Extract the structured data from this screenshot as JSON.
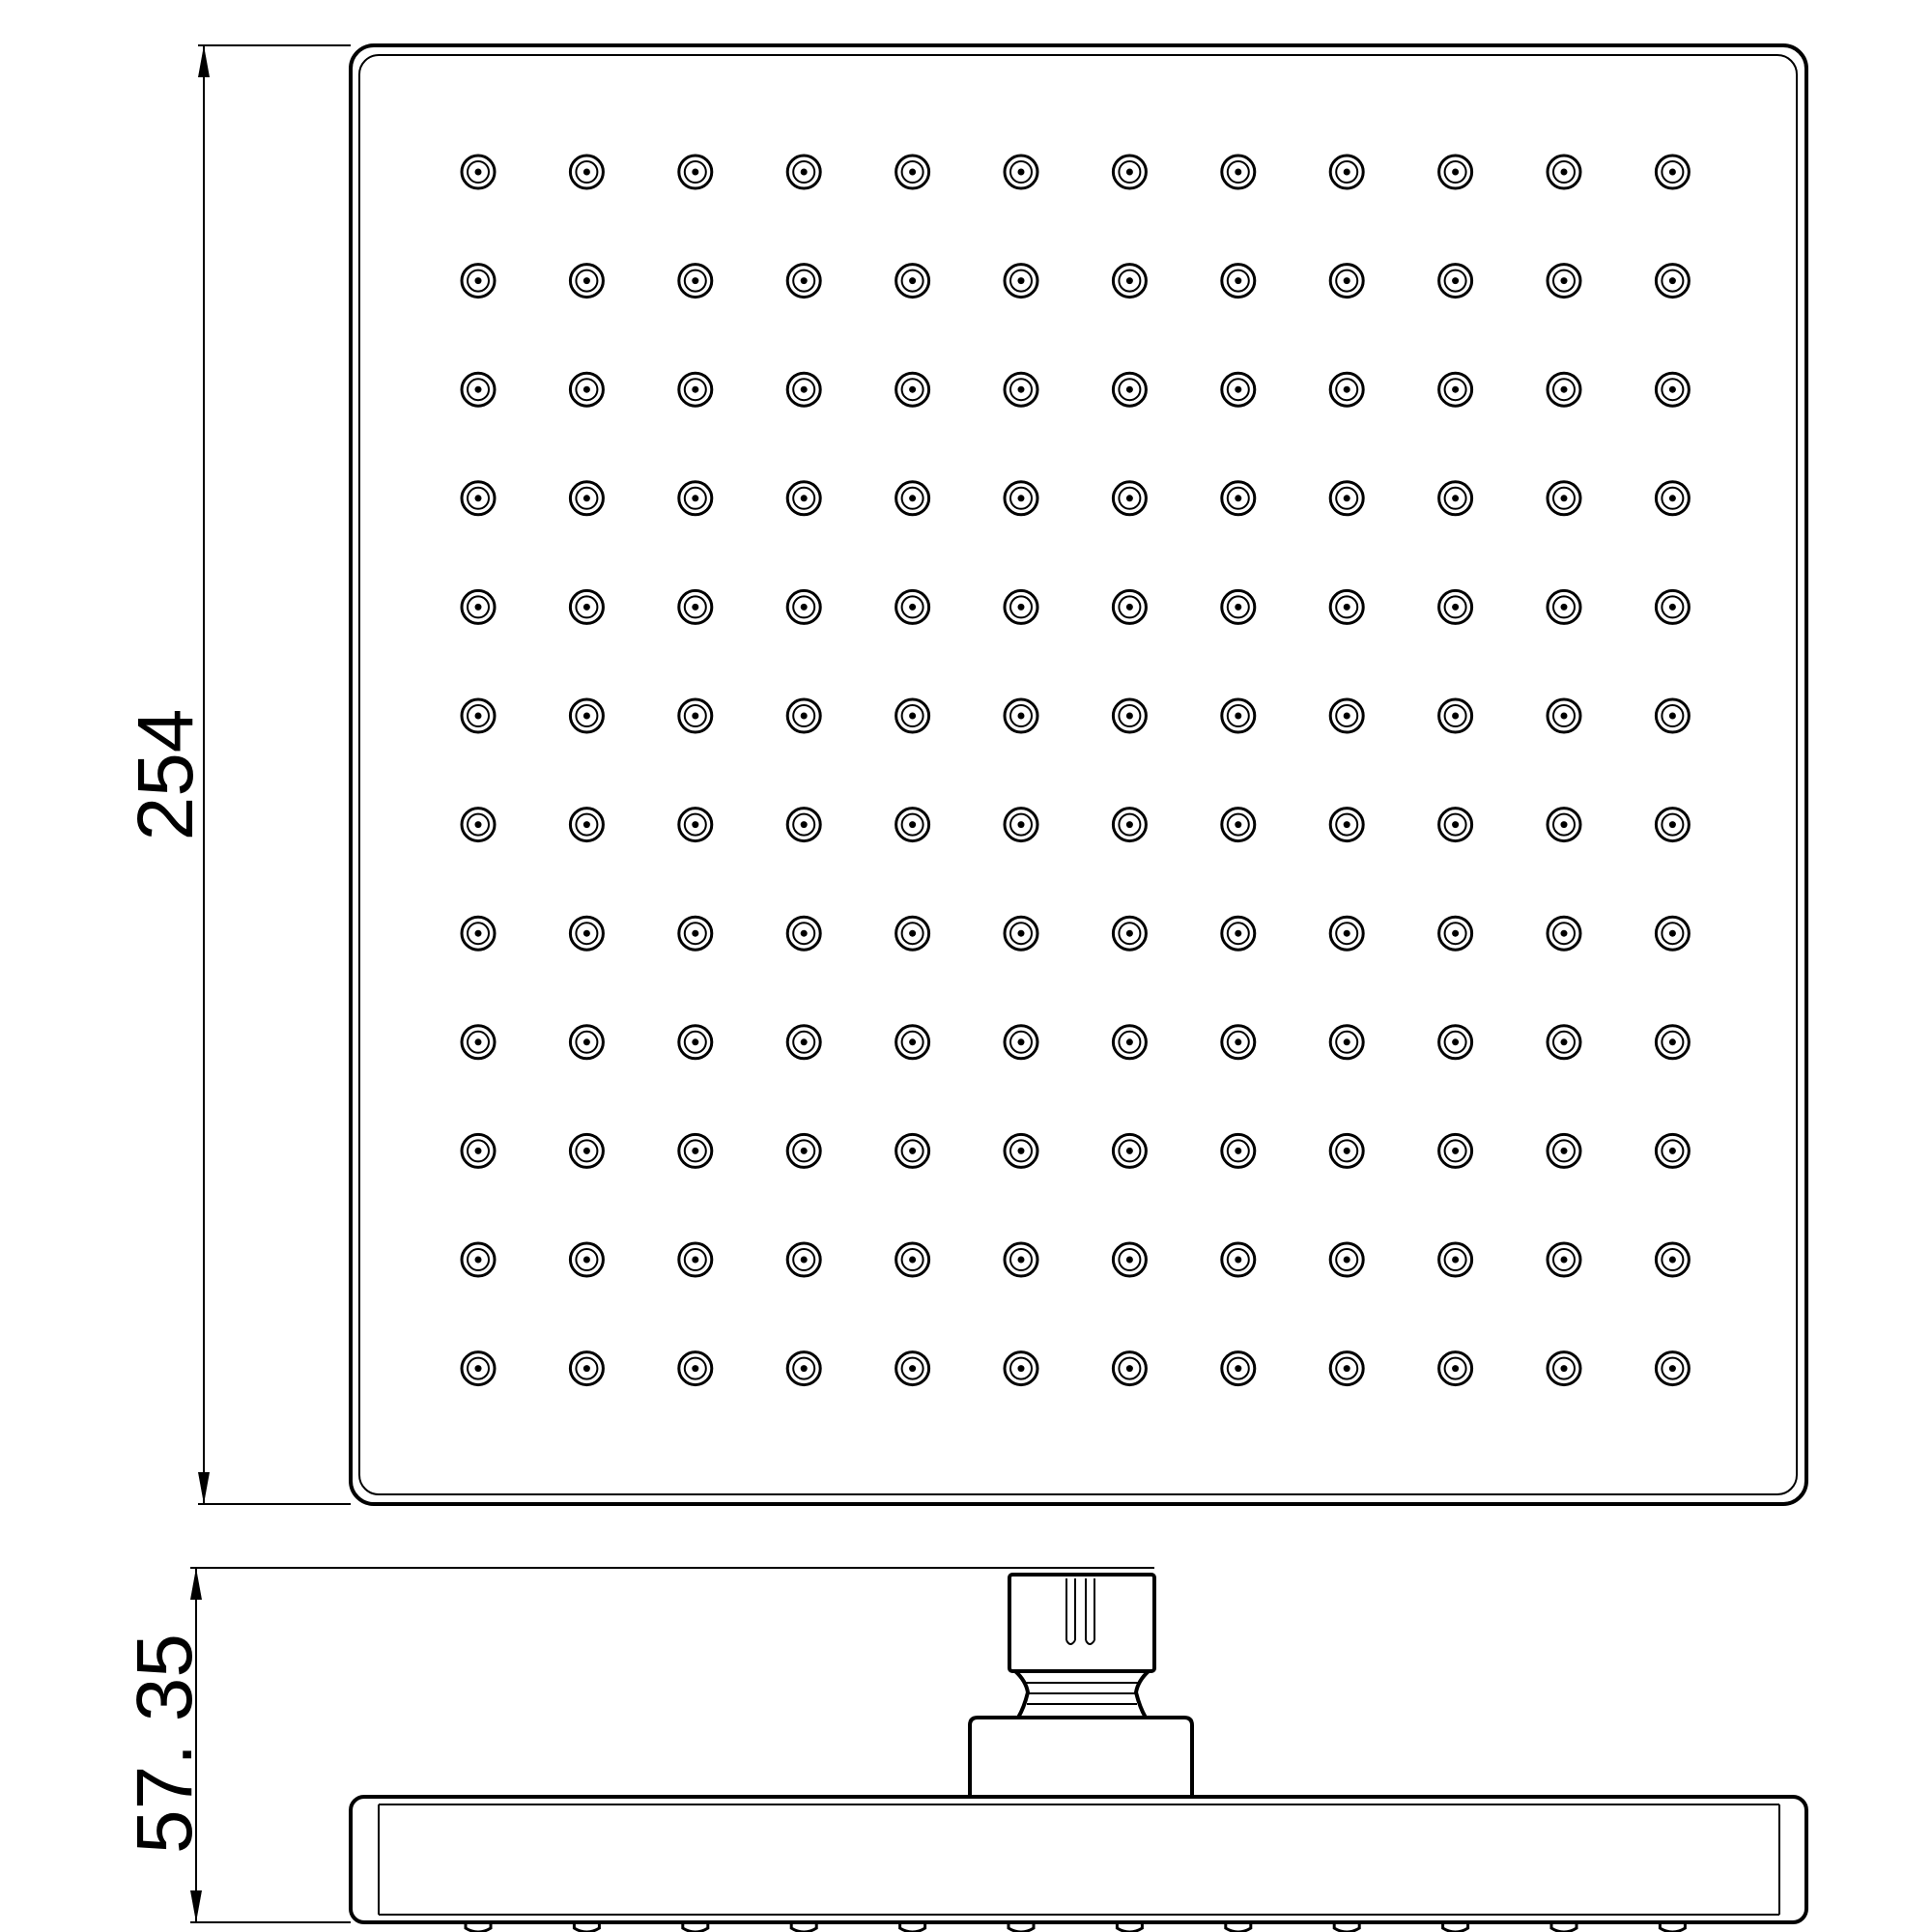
{
  "dimensions": {
    "height_label": "254",
    "profile_height_label": "57. 35"
  },
  "nozzle_grid": {
    "rows": 12,
    "columns": 12
  },
  "colors": {
    "line": "#000000",
    "background": "#ffffff"
  }
}
